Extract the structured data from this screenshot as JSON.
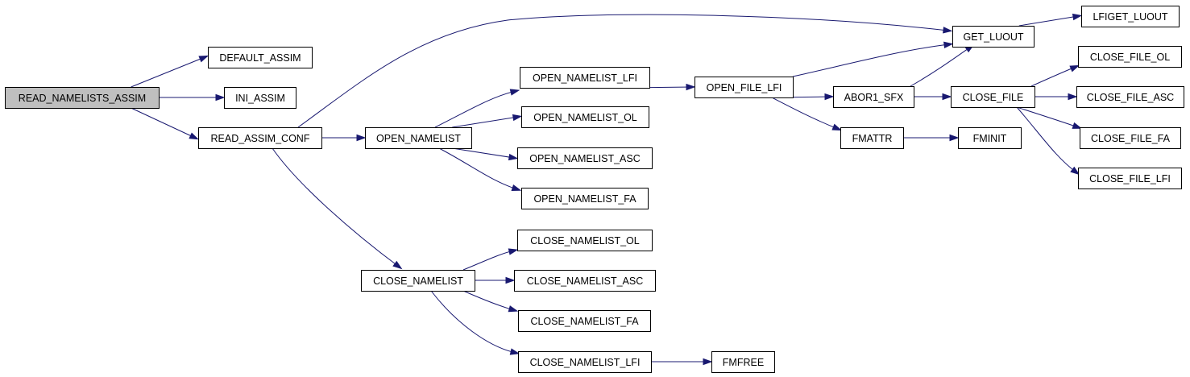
{
  "colors": {
    "edge": "#191970",
    "root_fill": "#bfbfbf",
    "node_fill": "#ffffff",
    "border": "#000000"
  },
  "nodes": [
    {
      "id": "read_namelists_assim",
      "label": "READ_NAMELISTS_ASSIM",
      "root": true
    },
    {
      "id": "default_assim",
      "label": "DEFAULT_ASSIM"
    },
    {
      "id": "ini_assim",
      "label": "INI_ASSIM"
    },
    {
      "id": "read_assim_conf",
      "label": "READ_ASSIM_CONF"
    },
    {
      "id": "open_namelist",
      "label": "OPEN_NAMELIST"
    },
    {
      "id": "close_namelist",
      "label": "CLOSE_NAMELIST"
    },
    {
      "id": "open_namelist_lfi",
      "label": "OPEN_NAMELIST_LFI"
    },
    {
      "id": "open_namelist_ol",
      "label": "OPEN_NAMELIST_OL"
    },
    {
      "id": "open_namelist_asc",
      "label": "OPEN_NAMELIST_ASC"
    },
    {
      "id": "open_namelist_fa",
      "label": "OPEN_NAMELIST_FA"
    },
    {
      "id": "close_namelist_ol",
      "label": "CLOSE_NAMELIST_OL"
    },
    {
      "id": "close_namelist_asc",
      "label": "CLOSE_NAMELIST_ASC"
    },
    {
      "id": "close_namelist_fa",
      "label": "CLOSE_NAMELIST_FA"
    },
    {
      "id": "close_namelist_lfi",
      "label": "CLOSE_NAMELIST_LFI"
    },
    {
      "id": "fmfree",
      "label": "FMFREE"
    },
    {
      "id": "open_file_lfi",
      "label": "OPEN_FILE_LFI"
    },
    {
      "id": "get_luout",
      "label": "GET_LUOUT"
    },
    {
      "id": "lfiget_luout",
      "label": "LFIGET_LUOUT"
    },
    {
      "id": "abor1_sfx",
      "label": "ABOR1_SFX"
    },
    {
      "id": "fmattr",
      "label": "FMATTR"
    },
    {
      "id": "fminit",
      "label": "FMINIT"
    },
    {
      "id": "close_file",
      "label": "CLOSE_FILE"
    },
    {
      "id": "close_file_ol",
      "label": "CLOSE_FILE_OL"
    },
    {
      "id": "close_file_asc",
      "label": "CLOSE_FILE_ASC"
    },
    {
      "id": "close_file_fa",
      "label": "CLOSE_FILE_FA"
    },
    {
      "id": "close_file_lfi",
      "label": "CLOSE_FILE_LFI"
    }
  ],
  "edges": [
    [
      "read_namelists_assim",
      "default_assim"
    ],
    [
      "read_namelists_assim",
      "ini_assim"
    ],
    [
      "read_namelists_assim",
      "read_assim_conf"
    ],
    [
      "read_assim_conf",
      "get_luout"
    ],
    [
      "read_assim_conf",
      "open_namelist"
    ],
    [
      "read_assim_conf",
      "close_namelist"
    ],
    [
      "open_namelist",
      "open_namelist_lfi"
    ],
    [
      "open_namelist",
      "open_namelist_ol"
    ],
    [
      "open_namelist",
      "open_namelist_asc"
    ],
    [
      "open_namelist",
      "open_namelist_fa"
    ],
    [
      "open_namelist_lfi",
      "open_file_lfi"
    ],
    [
      "open_file_lfi",
      "get_luout"
    ],
    [
      "open_file_lfi",
      "abor1_sfx"
    ],
    [
      "open_file_lfi",
      "fmattr"
    ],
    [
      "get_luout",
      "lfiget_luout"
    ],
    [
      "abor1_sfx",
      "get_luout"
    ],
    [
      "abor1_sfx",
      "close_file"
    ],
    [
      "fmattr",
      "fminit"
    ],
    [
      "close_file",
      "close_file_ol"
    ],
    [
      "close_file",
      "close_file_asc"
    ],
    [
      "close_file",
      "close_file_fa"
    ],
    [
      "close_file",
      "close_file_lfi"
    ],
    [
      "close_namelist",
      "close_namelist_ol"
    ],
    [
      "close_namelist",
      "close_namelist_asc"
    ],
    [
      "close_namelist",
      "close_namelist_fa"
    ],
    [
      "close_namelist",
      "close_namelist_lfi"
    ],
    [
      "close_namelist_lfi",
      "fmfree"
    ]
  ]
}
